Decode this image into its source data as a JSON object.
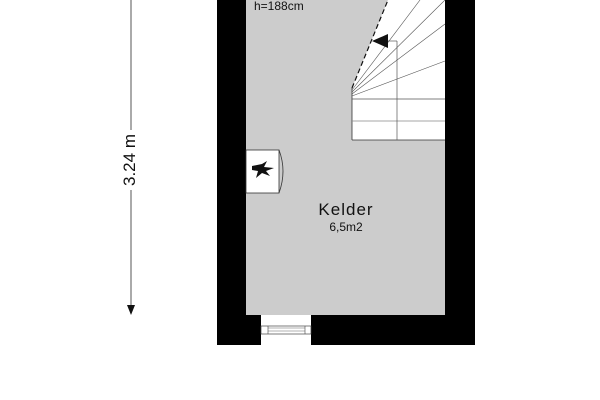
{
  "dimension": {
    "label": "3.24 m"
  },
  "room": {
    "name": "Kelder",
    "area": "6,5m2"
  },
  "stairs": {
    "height_label": "h=188cm"
  },
  "colors": {
    "wall": "#000000",
    "floor": "#cccccc",
    "stairs": "#ffffff",
    "dimension_line": "#555555"
  }
}
